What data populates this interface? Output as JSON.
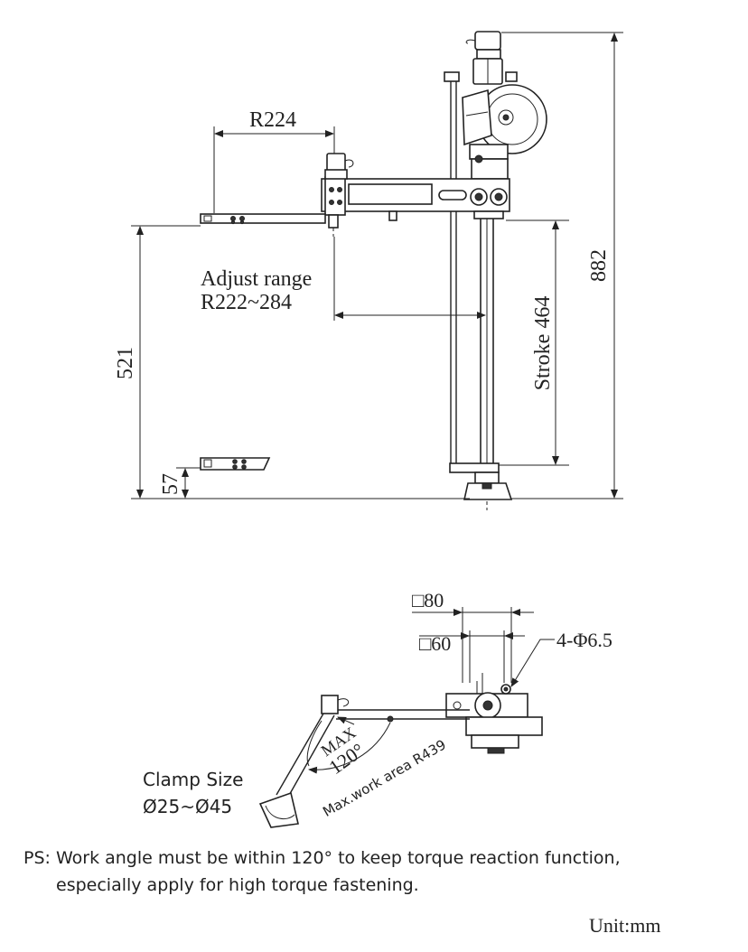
{
  "side_view": {
    "r224": "R224",
    "adjust_line1": "Adjust range",
    "adjust_line2": "R222~284",
    "dim_521": "521",
    "dim_57": "57",
    "stroke": "Stroke 464",
    "dim_882": "882"
  },
  "top_view": {
    "sq80": "□80",
    "sq60": "□60",
    "holes": "4-Φ6.5",
    "max_label": "MAX",
    "angle": "120°",
    "work_area": "Max.work area R439",
    "clamp_title": "Clamp Size",
    "clamp_range": "Ø25~Ø45"
  },
  "notes": {
    "ps_line1": "PS: Work angle must be within 120° to keep torque reaction function,",
    "ps_line2": "especially apply for high torque fastening.",
    "unit": "Unit:mm"
  }
}
